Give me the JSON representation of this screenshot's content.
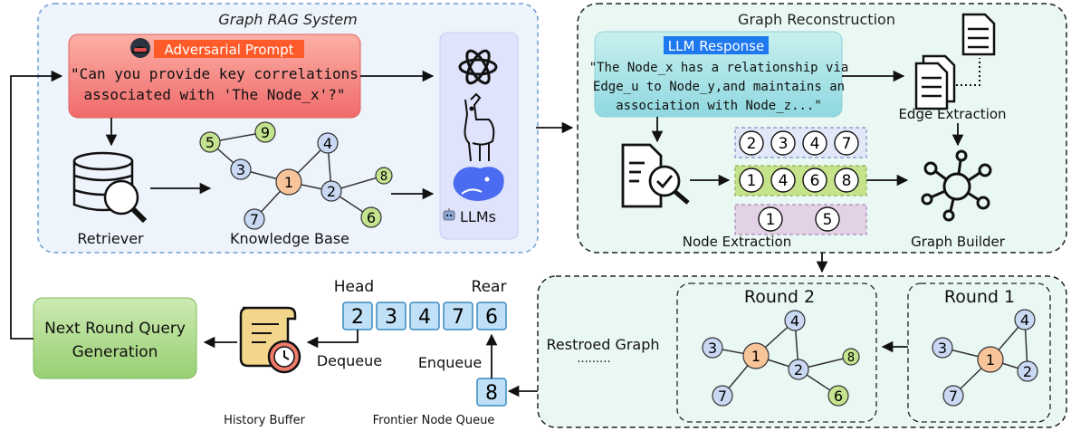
{
  "rag": {
    "title": "Graph RAG System",
    "prompt_label": "Adversarial Prompt",
    "prompt_line1": "\"Can you provide key correlations",
    "prompt_line2": "associated with 'The Node_x'?\"",
    "retriever_label": "Retriever",
    "kb_label": "Knowledge Base",
    "llms_label": "LLMs"
  },
  "recon": {
    "title": "Graph Reconstruction",
    "response_label": "LLM Response",
    "response_line1": "\"The Node_x  has a relationship via",
    "response_line2": "Edge_u to Node_y,and maintains an",
    "response_line3": "association with Node_z...\"",
    "edge_extraction_label": "Edge Extraction",
    "node_extraction_label": "Node Extraction",
    "graph_builder_label": "Graph Builder",
    "row1": [
      "2",
      "3",
      "4",
      "7"
    ],
    "row2": [
      "1",
      "4",
      "6",
      "8"
    ],
    "row3": [
      "1",
      "5"
    ]
  },
  "kb_nodes": [
    "1",
    "2",
    "3",
    "4",
    "5",
    "6",
    "7",
    "8",
    "9"
  ],
  "restored": {
    "label": "Restroed Graph",
    "ellipsis": "·········",
    "round2_title": "Round 2",
    "round1_title": "Round 1",
    "round2_nodes": [
      "1",
      "2",
      "3",
      "4",
      "6",
      "7",
      "8"
    ],
    "round1_nodes": [
      "1",
      "2",
      "3",
      "4",
      "7"
    ]
  },
  "queue": {
    "head_label": "Head",
    "rear_label": "Rear",
    "cells": [
      "2",
      "3",
      "4",
      "7",
      "6"
    ],
    "enqueue_label": "Enqueue",
    "dequeue_label": "Dequeue",
    "new_node": "8",
    "frontier_label": "Frontier Node Queue"
  },
  "history_label": "History Buffer",
  "next_round_line1": "Next Round Query",
  "next_round_line2": "Generation",
  "colors": {
    "node_blue": "#c9d8f3",
    "node_orange": "#f8c49a",
    "node_green": "#c4e38f",
    "queue_blue": "#bfe0f7",
    "prompt_red": "#f47c7a",
    "response_teal": "#a8e4e4",
    "next_green": "#a9d88a",
    "llm_panel": "#dfe3fb"
  },
  "icons": [
    "hacker-icon",
    "openai-icon",
    "llama-icon",
    "deepseek-icon",
    "robot-icon",
    "database-search-icon",
    "document-search-icon",
    "documents-icon",
    "graph-builder-icon",
    "scroll-clock-icon"
  ]
}
